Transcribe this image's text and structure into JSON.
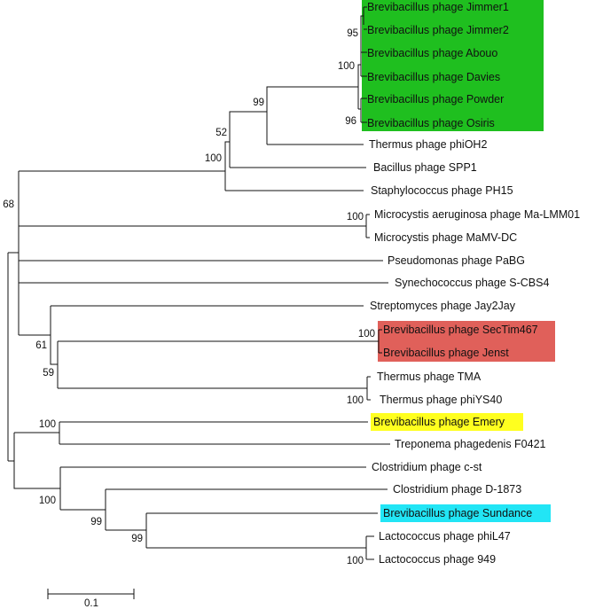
{
  "tree": {
    "leaves": [
      {
        "id": "jimmer1",
        "label": "Brevibacillus phage Jimmer1",
        "highlight": "#1fbf1f"
      },
      {
        "id": "jimmer2",
        "label": "Brevibacillus phage Jimmer2",
        "highlight": "#1fbf1f"
      },
      {
        "id": "abouo",
        "label": "Brevibacillus phage Abouo",
        "highlight": "#1fbf1f"
      },
      {
        "id": "davies",
        "label": "Brevibacillus phage Davies",
        "highlight": "#1fbf1f"
      },
      {
        "id": "powder",
        "label": "Brevibacillus phage Powder",
        "highlight": "#1fbf1f"
      },
      {
        "id": "osiris",
        "label": "Brevibacillus phage Osiris",
        "highlight": "#1fbf1f"
      },
      {
        "id": "phioh2",
        "label": "Thermus phage phiOH2"
      },
      {
        "id": "spp1",
        "label": "Bacillus phage SPP1"
      },
      {
        "id": "ph15",
        "label": "Staphylococcus phage PH15"
      },
      {
        "id": "malmm01",
        "label": "Microcystis aeruginosa phage Ma-LMM01"
      },
      {
        "id": "mamvdc",
        "label": "Microcystis phage MaMV-DC"
      },
      {
        "id": "pabg",
        "label": "Pseudomonas phage PaBG"
      },
      {
        "id": "scbs4",
        "label": "Synechococcus phage S-CBS4"
      },
      {
        "id": "jay2jay",
        "label": "Streptomyces phage Jay2Jay"
      },
      {
        "id": "sectim467",
        "label": "Brevibacillus phage SecTim467",
        "highlight": "#e0605a"
      },
      {
        "id": "jenst",
        "label": "Brevibacillus phage Jenst",
        "highlight": "#e0605a"
      },
      {
        "id": "tma",
        "label": "Thermus phage TMA"
      },
      {
        "id": "phiys40",
        "label": "Thermus phage phiYS40"
      },
      {
        "id": "emery",
        "label": "Brevibacillus phage Emery",
        "highlight": "#ffff1f"
      },
      {
        "id": "f0421",
        "label": "Treponema phagedenis F0421"
      },
      {
        "id": "cst",
        "label": "Clostridium phage c-st"
      },
      {
        "id": "d1873",
        "label": "Clostridium phage D-1873"
      },
      {
        "id": "sundance",
        "label": "Brevibacillus phage Sundance",
        "highlight": "#22e5f5"
      },
      {
        "id": "phil47",
        "label": "Lactococcus phage phiL47"
      },
      {
        "id": "p949",
        "label": "Lactococcus phage 949"
      }
    ],
    "bootstrap_values": [
      "95",
      "100",
      "96",
      "99",
      "52",
      "100",
      "68",
      "100",
      "100",
      "61",
      "59",
      "100",
      "100",
      "100",
      "99",
      "99",
      "100"
    ],
    "scale_bar": {
      "label": "0.1",
      "length": 0.1
    }
  }
}
